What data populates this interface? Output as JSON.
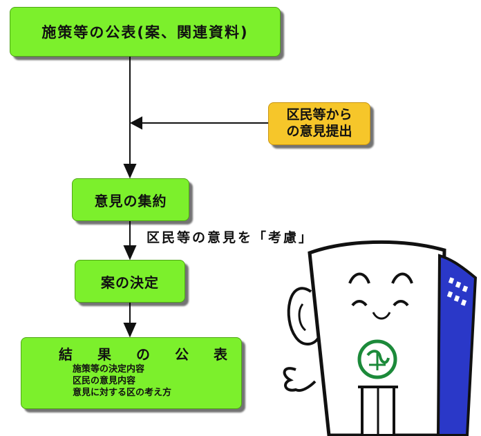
{
  "steps": {
    "publish": "施策等の公表(案、関連資料)",
    "opinion_line1": "区民等から",
    "opinion_line2": "の意見提出",
    "collect": "意見の集約",
    "consider": "区民等の意見を「考慮」",
    "decide": "案の決定",
    "result_title": "結果の公表",
    "result_lines": [
      "施策等の決定内容",
      "区民の意見内容",
      "意見に対する区の考え方"
    ]
  },
  "colors": {
    "step_box": "#7cf02c",
    "input_box": "#f6c62a",
    "arrow": "#111111"
  },
  "icons": {
    "mascot": "ward-mascot-illustration",
    "emblem": "ward-emblem-icon"
  }
}
